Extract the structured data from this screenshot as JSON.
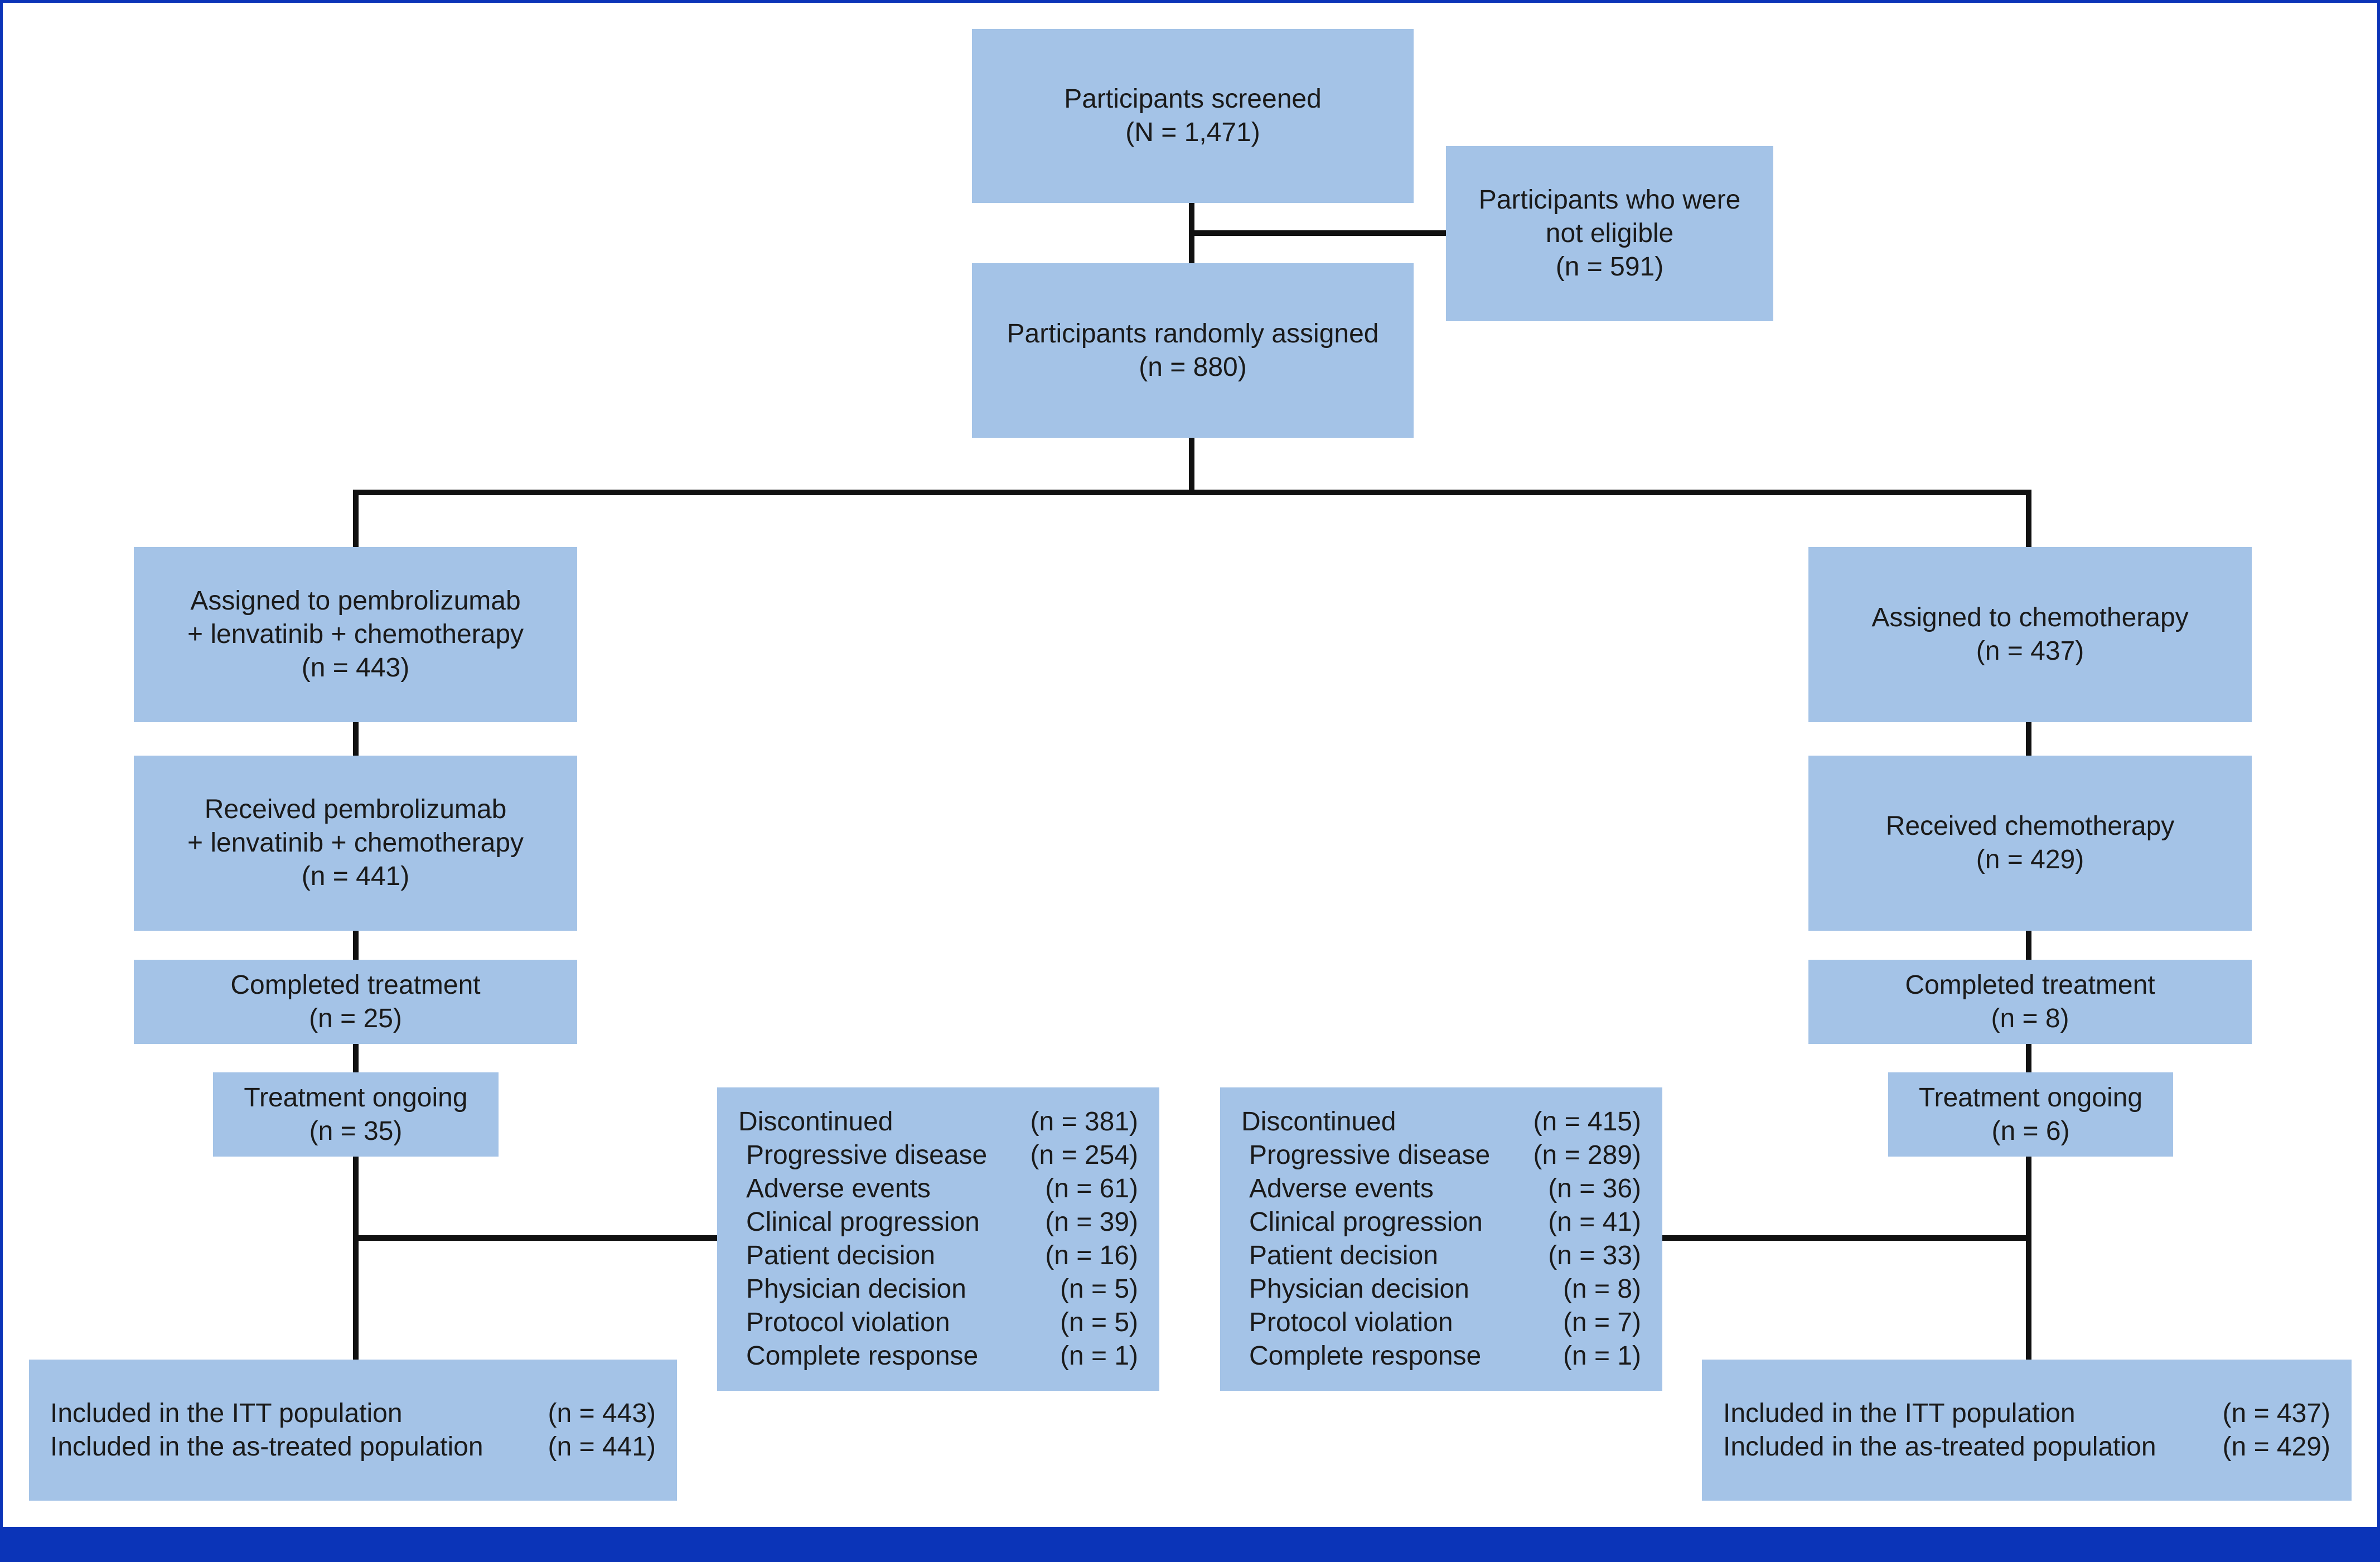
{
  "colors": {
    "box_fill": "#a4c3e7",
    "frame_blue": "#0b34b8",
    "connector": "#111111"
  },
  "screened": {
    "title": "Participants screened",
    "n": "(N = 1,471)"
  },
  "not_eligible": {
    "line1": "Participants who were",
    "line2": "not eligible",
    "n": "(n = 591)"
  },
  "randomized": {
    "title": "Participants randomly assigned",
    "n": "(n = 880)"
  },
  "left_arm": {
    "assigned": {
      "line1": "Assigned to pembrolizumab",
      "line2": "+ lenvatinib + chemotherapy",
      "n": "(n = 443)"
    },
    "received": {
      "line1": "Received pembrolizumab",
      "line2": "+ lenvatinib + chemotherapy",
      "n": "(n = 441)"
    },
    "completed": {
      "title": "Completed treatment",
      "n": "(n = 25)"
    },
    "ongoing": {
      "title": "Treatment ongoing",
      "n": "(n = 35)"
    },
    "discontinued": {
      "title": "Discontinued",
      "n": "(n = 381)",
      "reasons": [
        {
          "label": "Progressive disease",
          "n": "(n = 254)"
        },
        {
          "label": "Adverse events",
          "n": "(n = 61)"
        },
        {
          "label": "Clinical progression",
          "n": "(n = 39)"
        },
        {
          "label": "Patient decision",
          "n": "(n = 16)"
        },
        {
          "label": "Physician decision",
          "n": "(n = 5)"
        },
        {
          "label": "Protocol violation",
          "n": "(n = 5)"
        },
        {
          "label": "Complete response",
          "n": "(n = 1)"
        }
      ]
    },
    "populations": [
      {
        "label": "Included in the ITT population",
        "n": "(n = 443)"
      },
      {
        "label": "Included in the as-treated population",
        "n": "(n = 441)"
      }
    ]
  },
  "right_arm": {
    "assigned": {
      "title": "Assigned to chemotherapy",
      "n": "(n = 437)"
    },
    "received": {
      "title": "Received chemotherapy",
      "n": "(n = 429)"
    },
    "completed": {
      "title": "Completed treatment",
      "n": "(n = 8)"
    },
    "ongoing": {
      "title": "Treatment ongoing",
      "n": "(n = 6)"
    },
    "discontinued": {
      "title": "Discontinued",
      "n": "(n = 415)",
      "reasons": [
        {
          "label": "Progressive disease",
          "n": "(n = 289)"
        },
        {
          "label": "Adverse events",
          "n": "(n = 36)"
        },
        {
          "label": "Clinical progression",
          "n": "(n = 41)"
        },
        {
          "label": "Patient decision",
          "n": "(n = 33)"
        },
        {
          "label": "Physician decision",
          "n": "(n = 8)"
        },
        {
          "label": "Protocol violation",
          "n": "(n = 7)"
        },
        {
          "label": "Complete response",
          "n": "(n = 1)"
        }
      ]
    },
    "populations": [
      {
        "label": "Included in the ITT population",
        "n": "(n = 437)"
      },
      {
        "label": "Included in the as-treated population",
        "n": "(n = 429)"
      }
    ]
  }
}
